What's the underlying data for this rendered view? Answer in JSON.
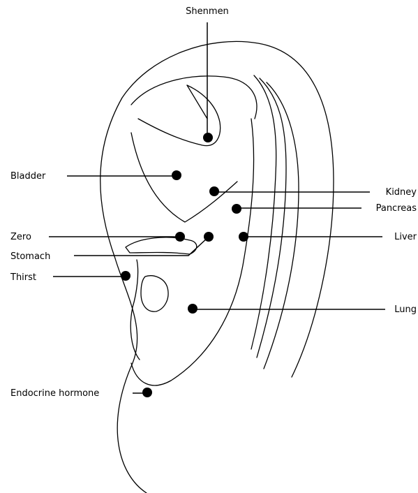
{
  "diagram": {
    "points": [
      {
        "id": "shenmen",
        "label": "Shenmen"
      },
      {
        "id": "bladder",
        "label": "Bladder"
      },
      {
        "id": "kidney",
        "label": "Kidney"
      },
      {
        "id": "pancreas",
        "label": "Pancreas"
      },
      {
        "id": "zero",
        "label": "Zero"
      },
      {
        "id": "liver",
        "label": "Liver"
      },
      {
        "id": "stomach",
        "label": "Stomach"
      },
      {
        "id": "thirst",
        "label": "Thirst"
      },
      {
        "id": "lung",
        "label": "Lung"
      },
      {
        "id": "endocrine",
        "label": "Endocrine hormone"
      }
    ],
    "colors": {
      "ink": "#000000",
      "background": "#ffffff"
    }
  }
}
